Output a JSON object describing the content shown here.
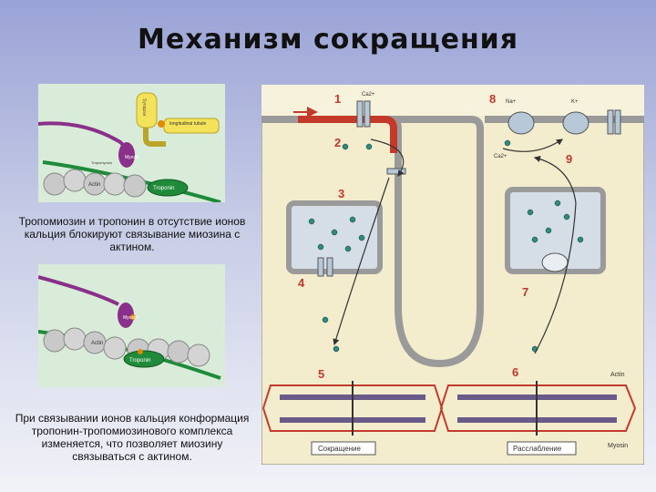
{
  "title": "Механизм сокращения",
  "left": {
    "caption_top": "Тропомиозин и тропонин в отсутствие ионов кальция блокируют связывание миозина с актином.",
    "caption_bottom": "При связывании ионов кальция конформация тропонин-тропомиозинового комплекса изменяется, что позволяет миозину связываться с актином.",
    "top_panel": {
      "actin": "Actin",
      "troponin": "Troponin",
      "myosin": "Myosin",
      "synapse": "Synapse",
      "tubule": "longitudinal tubule",
      "small_label": "Tropomyosin"
    },
    "bottom_panel": {
      "actin": "Actin",
      "troponin": "Troponin",
      "myosin": "Myosin"
    }
  },
  "right": {
    "numbers": [
      "1",
      "2",
      "3",
      "4",
      "5",
      "6",
      "7",
      "8",
      "9"
    ],
    "ions": {
      "ca": "Ca2+",
      "na": "Na+",
      "k": "K+",
      "ca2": "Ca2+"
    },
    "labels": {
      "actin": "Actin",
      "myosin": "Myosin",
      "contraction": "Сокращение",
      "relaxation": "Расслабление"
    }
  }
}
